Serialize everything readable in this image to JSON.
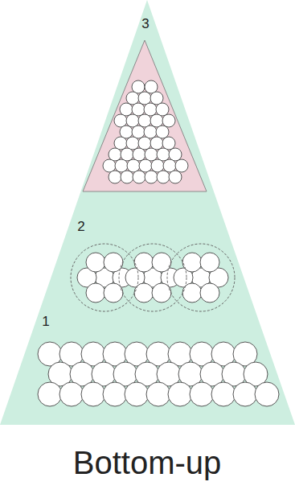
{
  "diagram": {
    "caption": "Bottom-up",
    "labels": [
      "3",
      "2",
      "1"
    ]
  }
}
